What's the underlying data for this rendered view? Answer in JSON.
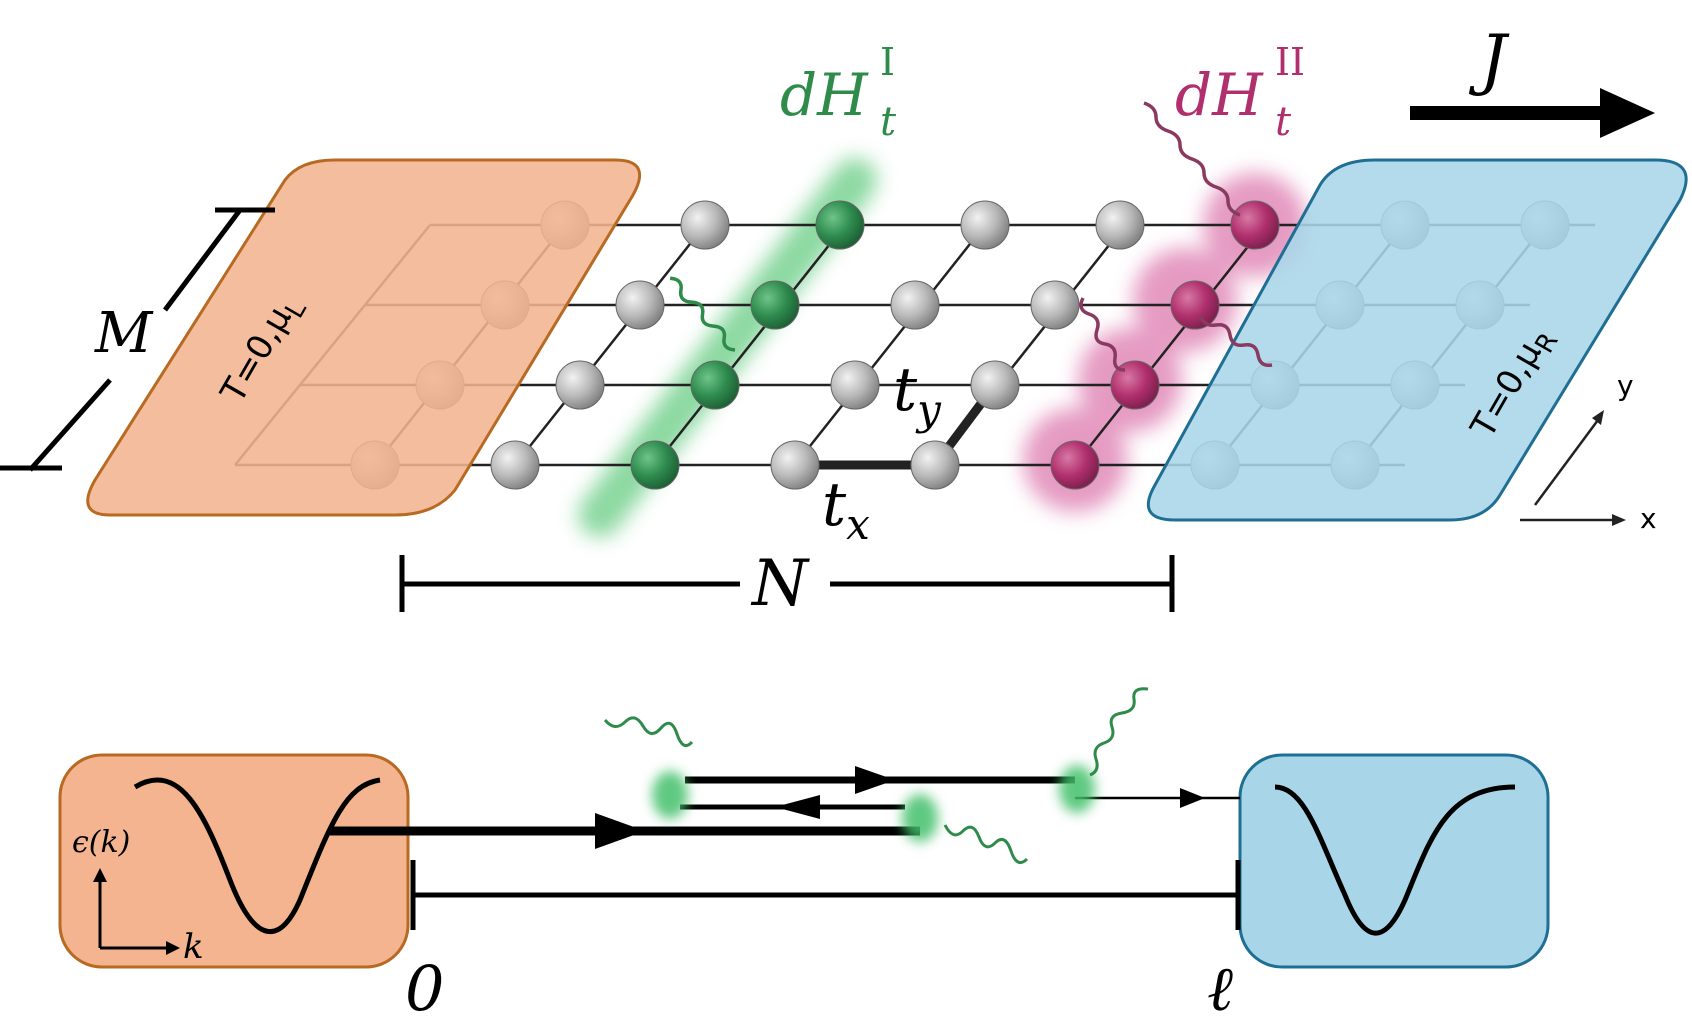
{
  "labels": {
    "current": "J",
    "dh1_main": "dH",
    "dh1_sub": "t",
    "dh1_sup": "I",
    "dh2_main": "dH",
    "dh2_sub": "t",
    "dh2_sup": "II",
    "width": "M",
    "length": "N",
    "hop_x_main": "t",
    "hop_x_sub": "x",
    "hop_y_main": "t",
    "hop_y_sub": "y",
    "left_bath_main": "T=0,μ",
    "left_bath_sub": "L",
    "right_bath_main": "T=0,μ",
    "right_bath_sub": "R",
    "axis_x": "x",
    "axis_y": "y",
    "dispersion_y": "ϵ(k)",
    "dispersion_x": "k",
    "origin": "0",
    "end": "ℓ"
  },
  "colors": {
    "left_bath_fill": "#f3b48f",
    "left_bath_stroke": "#b86a22",
    "right_bath_fill": "#a8d6e8",
    "right_bath_stroke": "#1f6e93",
    "monitor_green": "#2e8b4a",
    "monitor_magenta": "#b0306e",
    "site_grey": "#b0b0b0"
  }
}
